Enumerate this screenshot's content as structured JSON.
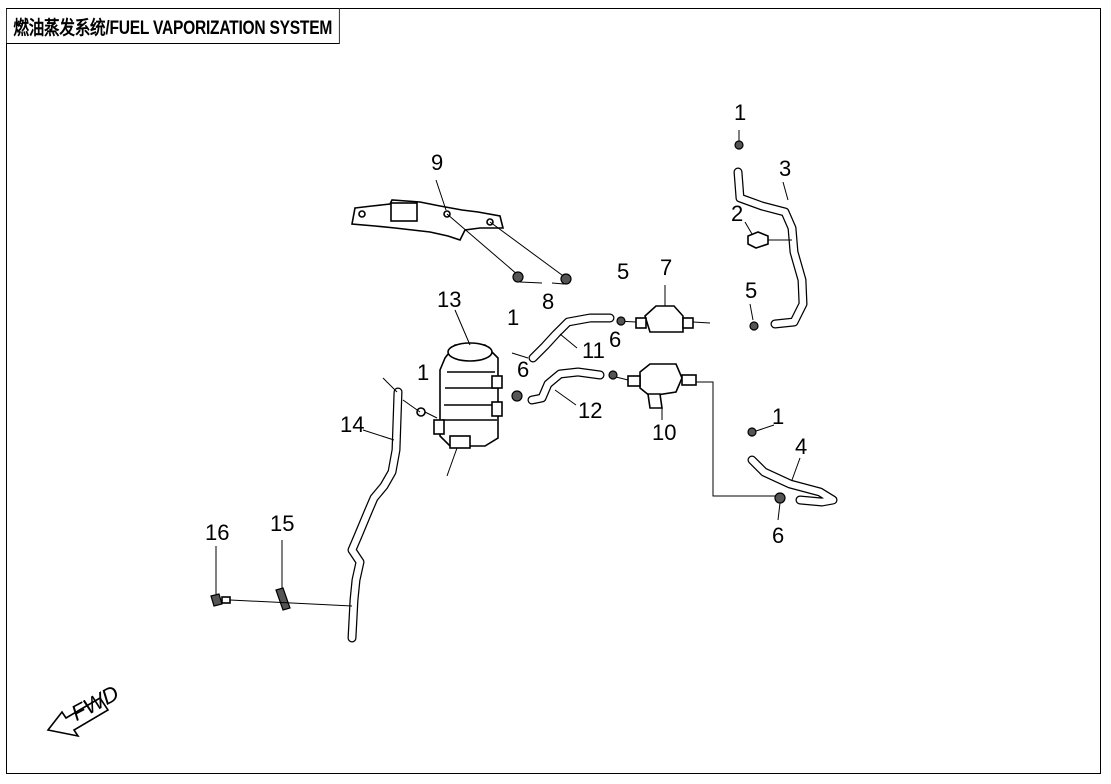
{
  "title": "燃油蒸发系统/FUEL VAPORIZATION SYSTEM",
  "callouts": {
    "c1a": "1",
    "c1b": "1",
    "c1c": "1",
    "c1d": "1",
    "c2": "2",
    "c3": "3",
    "c4": "4",
    "c5a": "5",
    "c5b": "5",
    "c6a": "6",
    "c6b": "6",
    "c6c": "6",
    "c7": "7",
    "c8": "8",
    "c9": "9",
    "c10": "10",
    "c11": "11",
    "c12": "12",
    "c13": "13",
    "c14": "14",
    "c15": "15",
    "c16": "16"
  },
  "fwd_label": "FWD"
}
